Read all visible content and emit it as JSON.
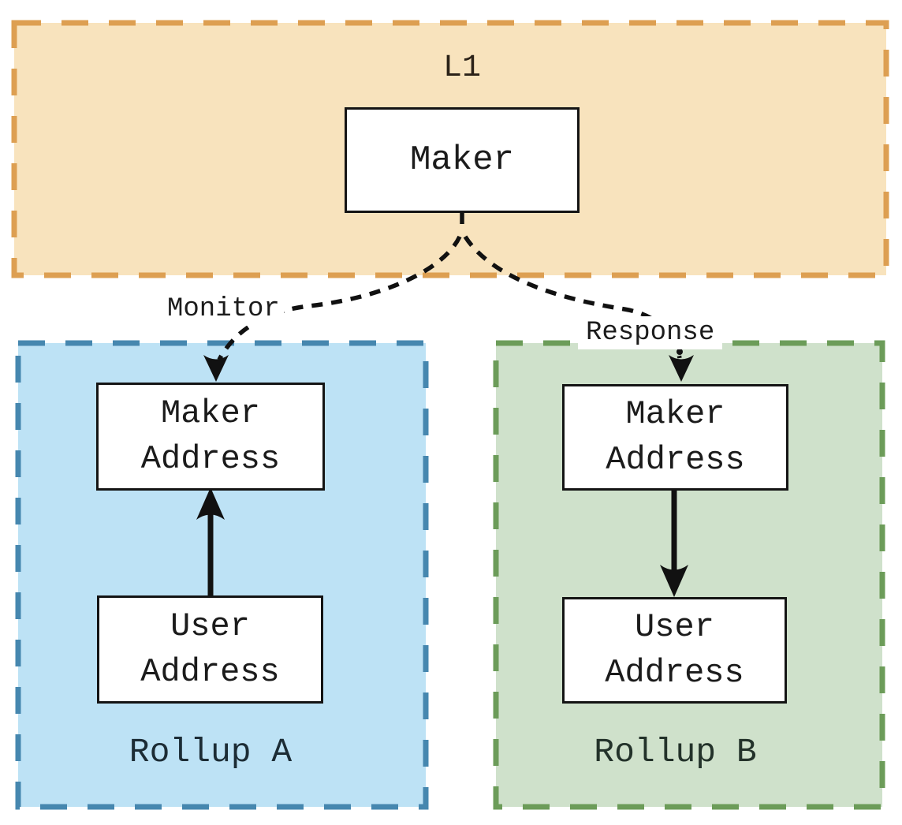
{
  "diagram": {
    "l1": {
      "title": "L1",
      "maker_label": "Maker"
    },
    "connections": {
      "monitor_label": "Monitor",
      "response_label": "Response"
    },
    "rollup_a": {
      "title": "Rollup A",
      "maker_address": [
        "Maker",
        "Address"
      ],
      "user_address": [
        "User",
        "Address"
      ]
    },
    "rollup_b": {
      "title": "Rollup B",
      "maker_address": [
        "Maker",
        "Address"
      ],
      "user_address": [
        "User",
        "Address"
      ]
    },
    "colors": {
      "l1_fill": "#F8E3BD",
      "l1_border": "#DD9F52",
      "rollup_a_fill": "#BDE2F5",
      "rollup_a_border": "#4687AF",
      "rollup_b_fill": "#CFE1CB",
      "rollup_b_border": "#6C9C59",
      "node_border": "#141414",
      "arrow": "#111111"
    }
  }
}
